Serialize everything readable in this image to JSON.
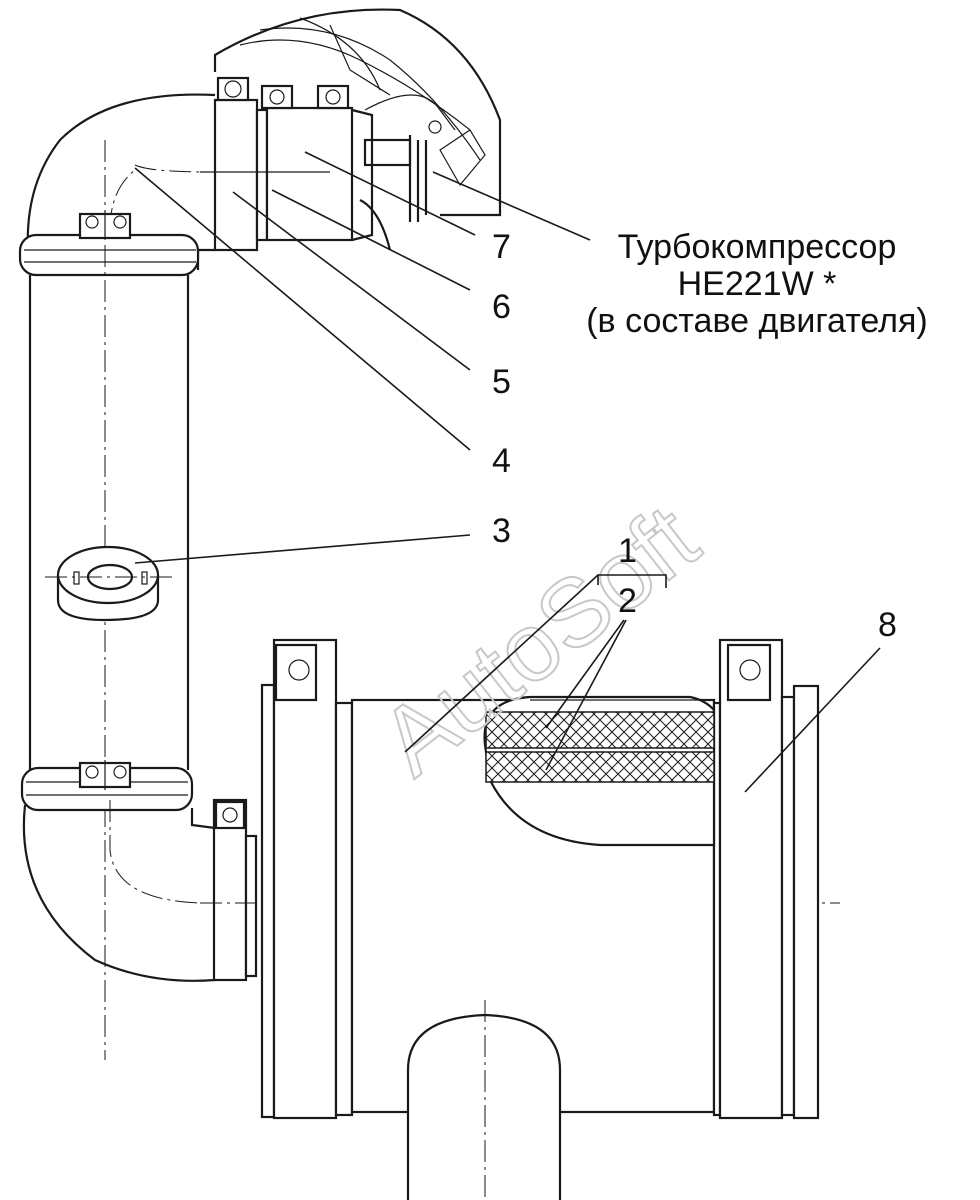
{
  "caption": {
    "line1": "Турбокомпрессор",
    "line2": "HE221W *",
    "line3": "(в составе двигателя)"
  },
  "callouts": {
    "c1": "1",
    "c2": "2",
    "c3": "3",
    "c4": "4",
    "c5": "5",
    "c6": "6",
    "c7": "7",
    "c8": "8"
  },
  "watermark": "AutoSoft",
  "colors": {
    "line": "#1a1a1a",
    "background": "#ffffff",
    "watermark": "#c8c8c8"
  }
}
